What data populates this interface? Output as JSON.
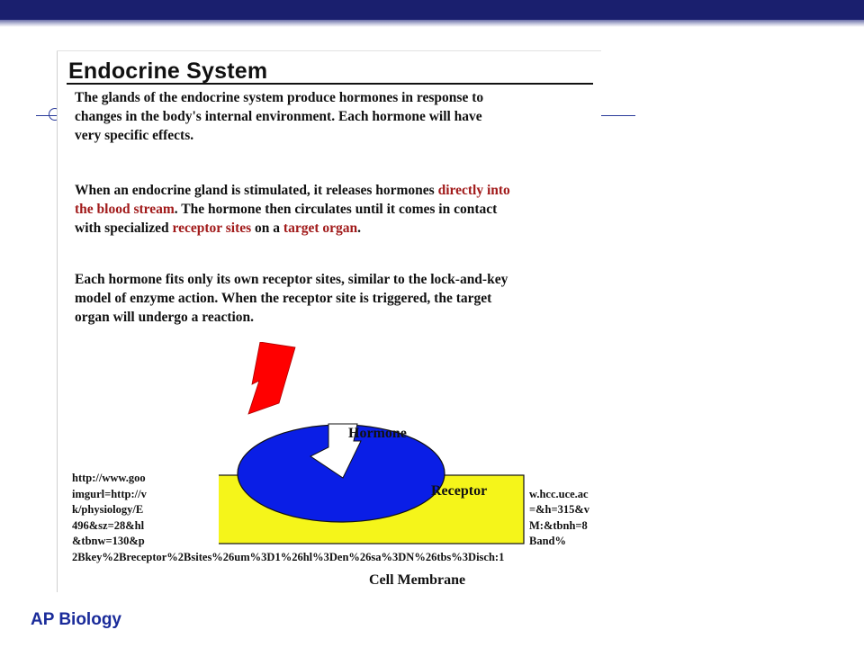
{
  "slide_image": {
    "title": "Endocrine System",
    "paragraph_1": "The glands of the endocrine system produce hormones in response to\nchanges in the body's internal environment.  Each hormone will have\nvery specific effects.",
    "paragraph_2": {
      "line_1_a": "When an endocrine gland is stimulated, it releases hormones ",
      "line_1_b": "directly into",
      "line_2_a": "the blood stream",
      "line_2_b": ".  The hormone then circulates until it comes in contact",
      "line_3_a": "with specialized ",
      "line_3_b": "receptor sites",
      "line_3_c": " on a ",
      "line_3_d": "target organ",
      "line_3_e": "."
    },
    "paragraph_3": "Each hormone fits only its own receptor sites, similar to the lock-and-key\nmodel of enzyme action.  When the receptor site is triggered, the target\norgan will undergo a reaction.",
    "diagram": {
      "hormone_label": "Hormone",
      "receptor_label": "Receptor",
      "membrane_label": "Cell Membrane",
      "colors": {
        "hormone": "#ff0000",
        "receptor": "#0a1ee6",
        "membrane": "#f5f51a"
      }
    },
    "url_lines": [
      {
        "left": "http://www.goo",
        "right": ""
      },
      {
        "left": "imgurl=http://v",
        "right": "w.hcc.uce.ac"
      },
      {
        "left": "k/physiology/E",
        "right": "=&h=315&v"
      },
      {
        "left": "496&sz=28&hl",
        "right": "M:&tbnh=8"
      },
      {
        "left": "&tbnw=130&p",
        "right": "Band%"
      },
      {
        "left": "2Bkey%2Breceptor%2Bsites%26um%3D1%26hl%3Den%26sa%3DN%26tbs%3Disch:1",
        "right": ""
      }
    ]
  },
  "footer": {
    "label": "AP Biology"
  },
  "colors": {
    "top_bar": "#1a1f6e",
    "accent": "#1a2b9a",
    "highlight_text": "#a11a1a"
  }
}
